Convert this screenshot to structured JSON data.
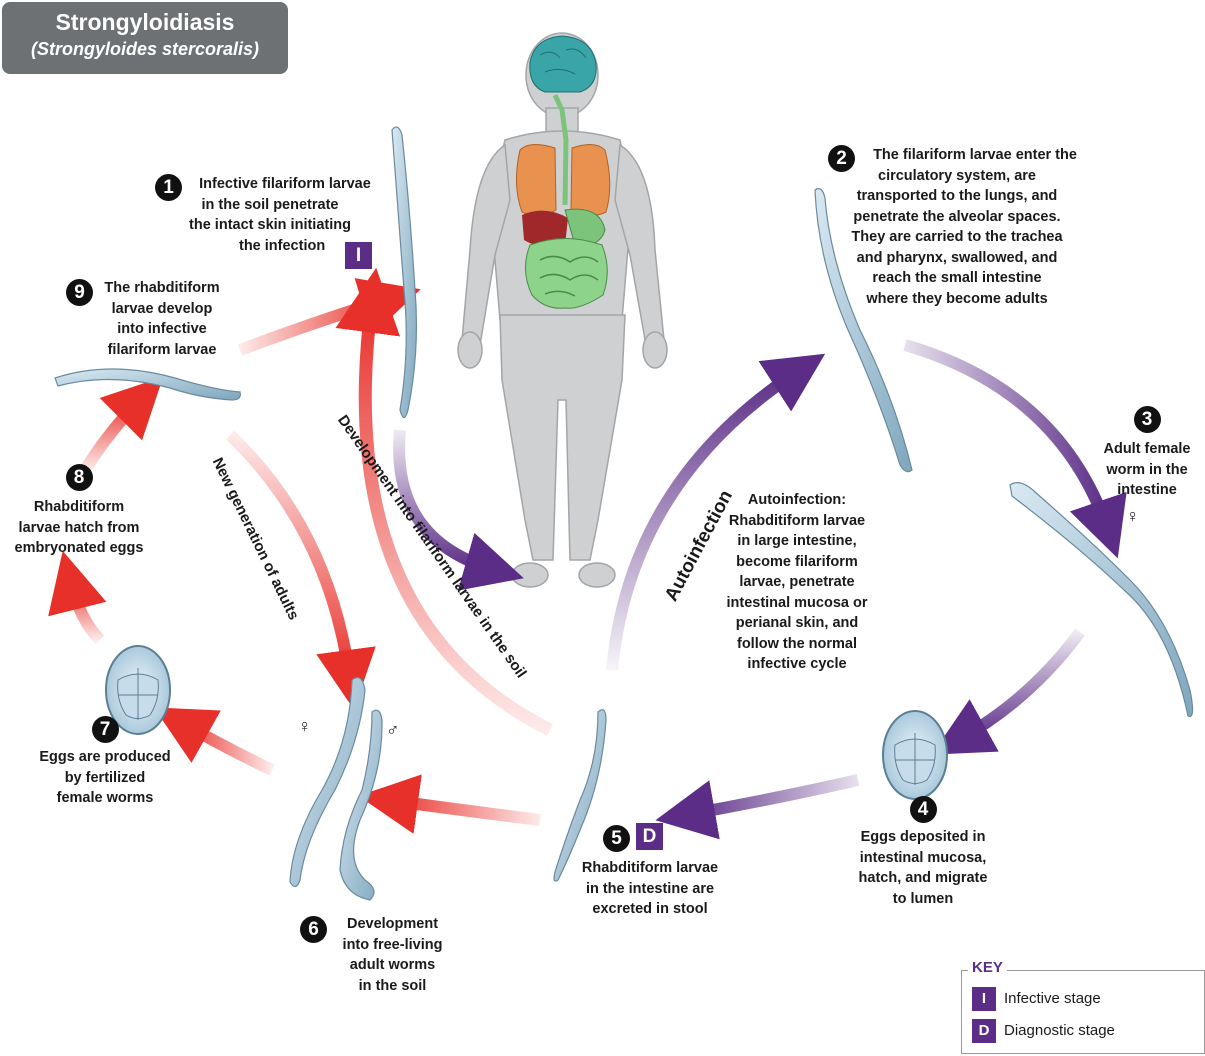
{
  "header": {
    "title": "Strongyloidiasis",
    "subtitle": "(Strongyloides stercoralis)"
  },
  "steps": [
    {
      "num": "1",
      "lines": [
        "Infective filariform larvae",
        "in the soil penetrate",
        "the intact skin initiating",
        "the infection"
      ]
    },
    {
      "num": "2",
      "lines": [
        "The filariform larvae enter the",
        "circulatory system, are",
        "transported to the lungs, and",
        "penetrate the alveolar spaces.",
        "They are carried to the trachea",
        "and pharynx, swallowed, and",
        "reach the small intestine",
        "where they become adults"
      ]
    },
    {
      "num": "3",
      "lines": [
        "Adult female",
        "worm in the",
        "intestine"
      ]
    },
    {
      "num": "4",
      "lines": [
        "Eggs deposited in",
        "intestinal mucosa,",
        "hatch, and migrate",
        "to lumen"
      ]
    },
    {
      "num": "5",
      "lines": [
        "Rhabditiform larvae",
        "in the intestine are",
        "excreted in stool"
      ]
    },
    {
      "num": "6",
      "lines": [
        "Development",
        "into free-living",
        "adult worms",
        "in the soil"
      ]
    },
    {
      "num": "7",
      "lines": [
        "Eggs are produced",
        "by fertilized",
        "female worms"
      ]
    },
    {
      "num": "8",
      "lines": [
        "Rhabditiform",
        "larvae hatch from",
        "embryonated eggs"
      ]
    },
    {
      "num": "9",
      "lines": [
        "The rhabditiform",
        "larvae develop",
        "into infective",
        "filariform larvae"
      ]
    }
  ],
  "autoinfection": {
    "label": "Autoinfection",
    "lines": [
      "Autoinfection:",
      "Rhabditiform larvae",
      "in large intestine,",
      "become filariform",
      "larvae, penetrate",
      "intestinal mucosa or",
      "perianal skin, and",
      "follow the normal",
      "infective cycle"
    ]
  },
  "arrow_labels": {
    "filariform": "Development into filariform larvae in the soil",
    "adults": "New generation of adults"
  },
  "symbols": {
    "female": "♀",
    "male": "♂"
  },
  "key": {
    "title": "KEY",
    "items": [
      {
        "badge": "I",
        "label": "Infective stage"
      },
      {
        "badge": "D",
        "label": "Diagnostic stage"
      }
    ]
  },
  "colors": {
    "purple": "#5b2d86",
    "red": "#e8302a",
    "title_bg": "#6d7173"
  }
}
